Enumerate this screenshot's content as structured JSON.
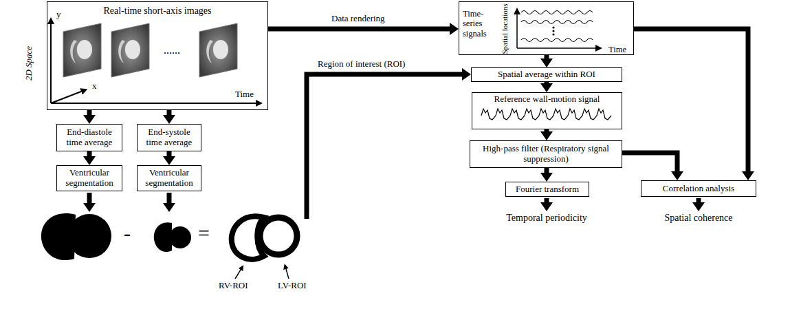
{
  "diagram": {
    "nodes": [
      {
        "text": [
          "Real-time short-axis images"
        ]
      },
      {
        "text": [
          "Time-series signals",
          "Spatial locations",
          "Time"
        ]
      },
      {
        "text": [
          "End-diastole time average"
        ]
      },
      {
        "text": [
          "End-systole time average"
        ]
      },
      {
        "text": [
          "Spatial average within ROI"
        ]
      },
      {
        "text": [
          "Reference wall-motion signal"
        ]
      },
      {
        "text": [
          "Ventricular segmentation"
        ]
      },
      {
        "text": [
          "Ventricular segmentation"
        ]
      },
      {
        "text": [
          "High-pass filter (Respiratory signal suppression)"
        ]
      },
      {
        "text": [
          "Fourier transform"
        ]
      },
      {
        "text": [
          "Correlation analysis"
        ]
      }
    ],
    "edges": [
      {
        "from": 0,
        "to": 1,
        "arrow": "to",
        "label": "Data rendering"
      },
      {
        "from": 0,
        "to": 2,
        "arrow": "to"
      },
      {
        "from": 0,
        "to": 3,
        "arrow": "to"
      },
      {
        "from": 2,
        "to": 6,
        "arrow": "to"
      },
      {
        "from": 3,
        "to": 7,
        "arrow": "to"
      },
      {
        "from": 1,
        "to": 4,
        "arrow": "to"
      },
      {
        "from": 4,
        "to": 5,
        "arrow": "to"
      },
      {
        "from": 5,
        "to": 8,
        "arrow": "to"
      },
      {
        "from": 8,
        "to": 9,
        "arrow": "to"
      },
      {
        "from": 8,
        "to": 10,
        "arrow": "to"
      },
      {
        "from": 1,
        "to": 10,
        "arrow": "to"
      }
    ],
    "labels": [
      "2D Space",
      "y",
      "x",
      "Time",
      "......",
      "-",
      "=",
      "RV-ROI",
      "LV-ROI",
      "Region of interest (ROI)",
      "Temporal periodicity",
      "Spatial coherence"
    ]
  }
}
